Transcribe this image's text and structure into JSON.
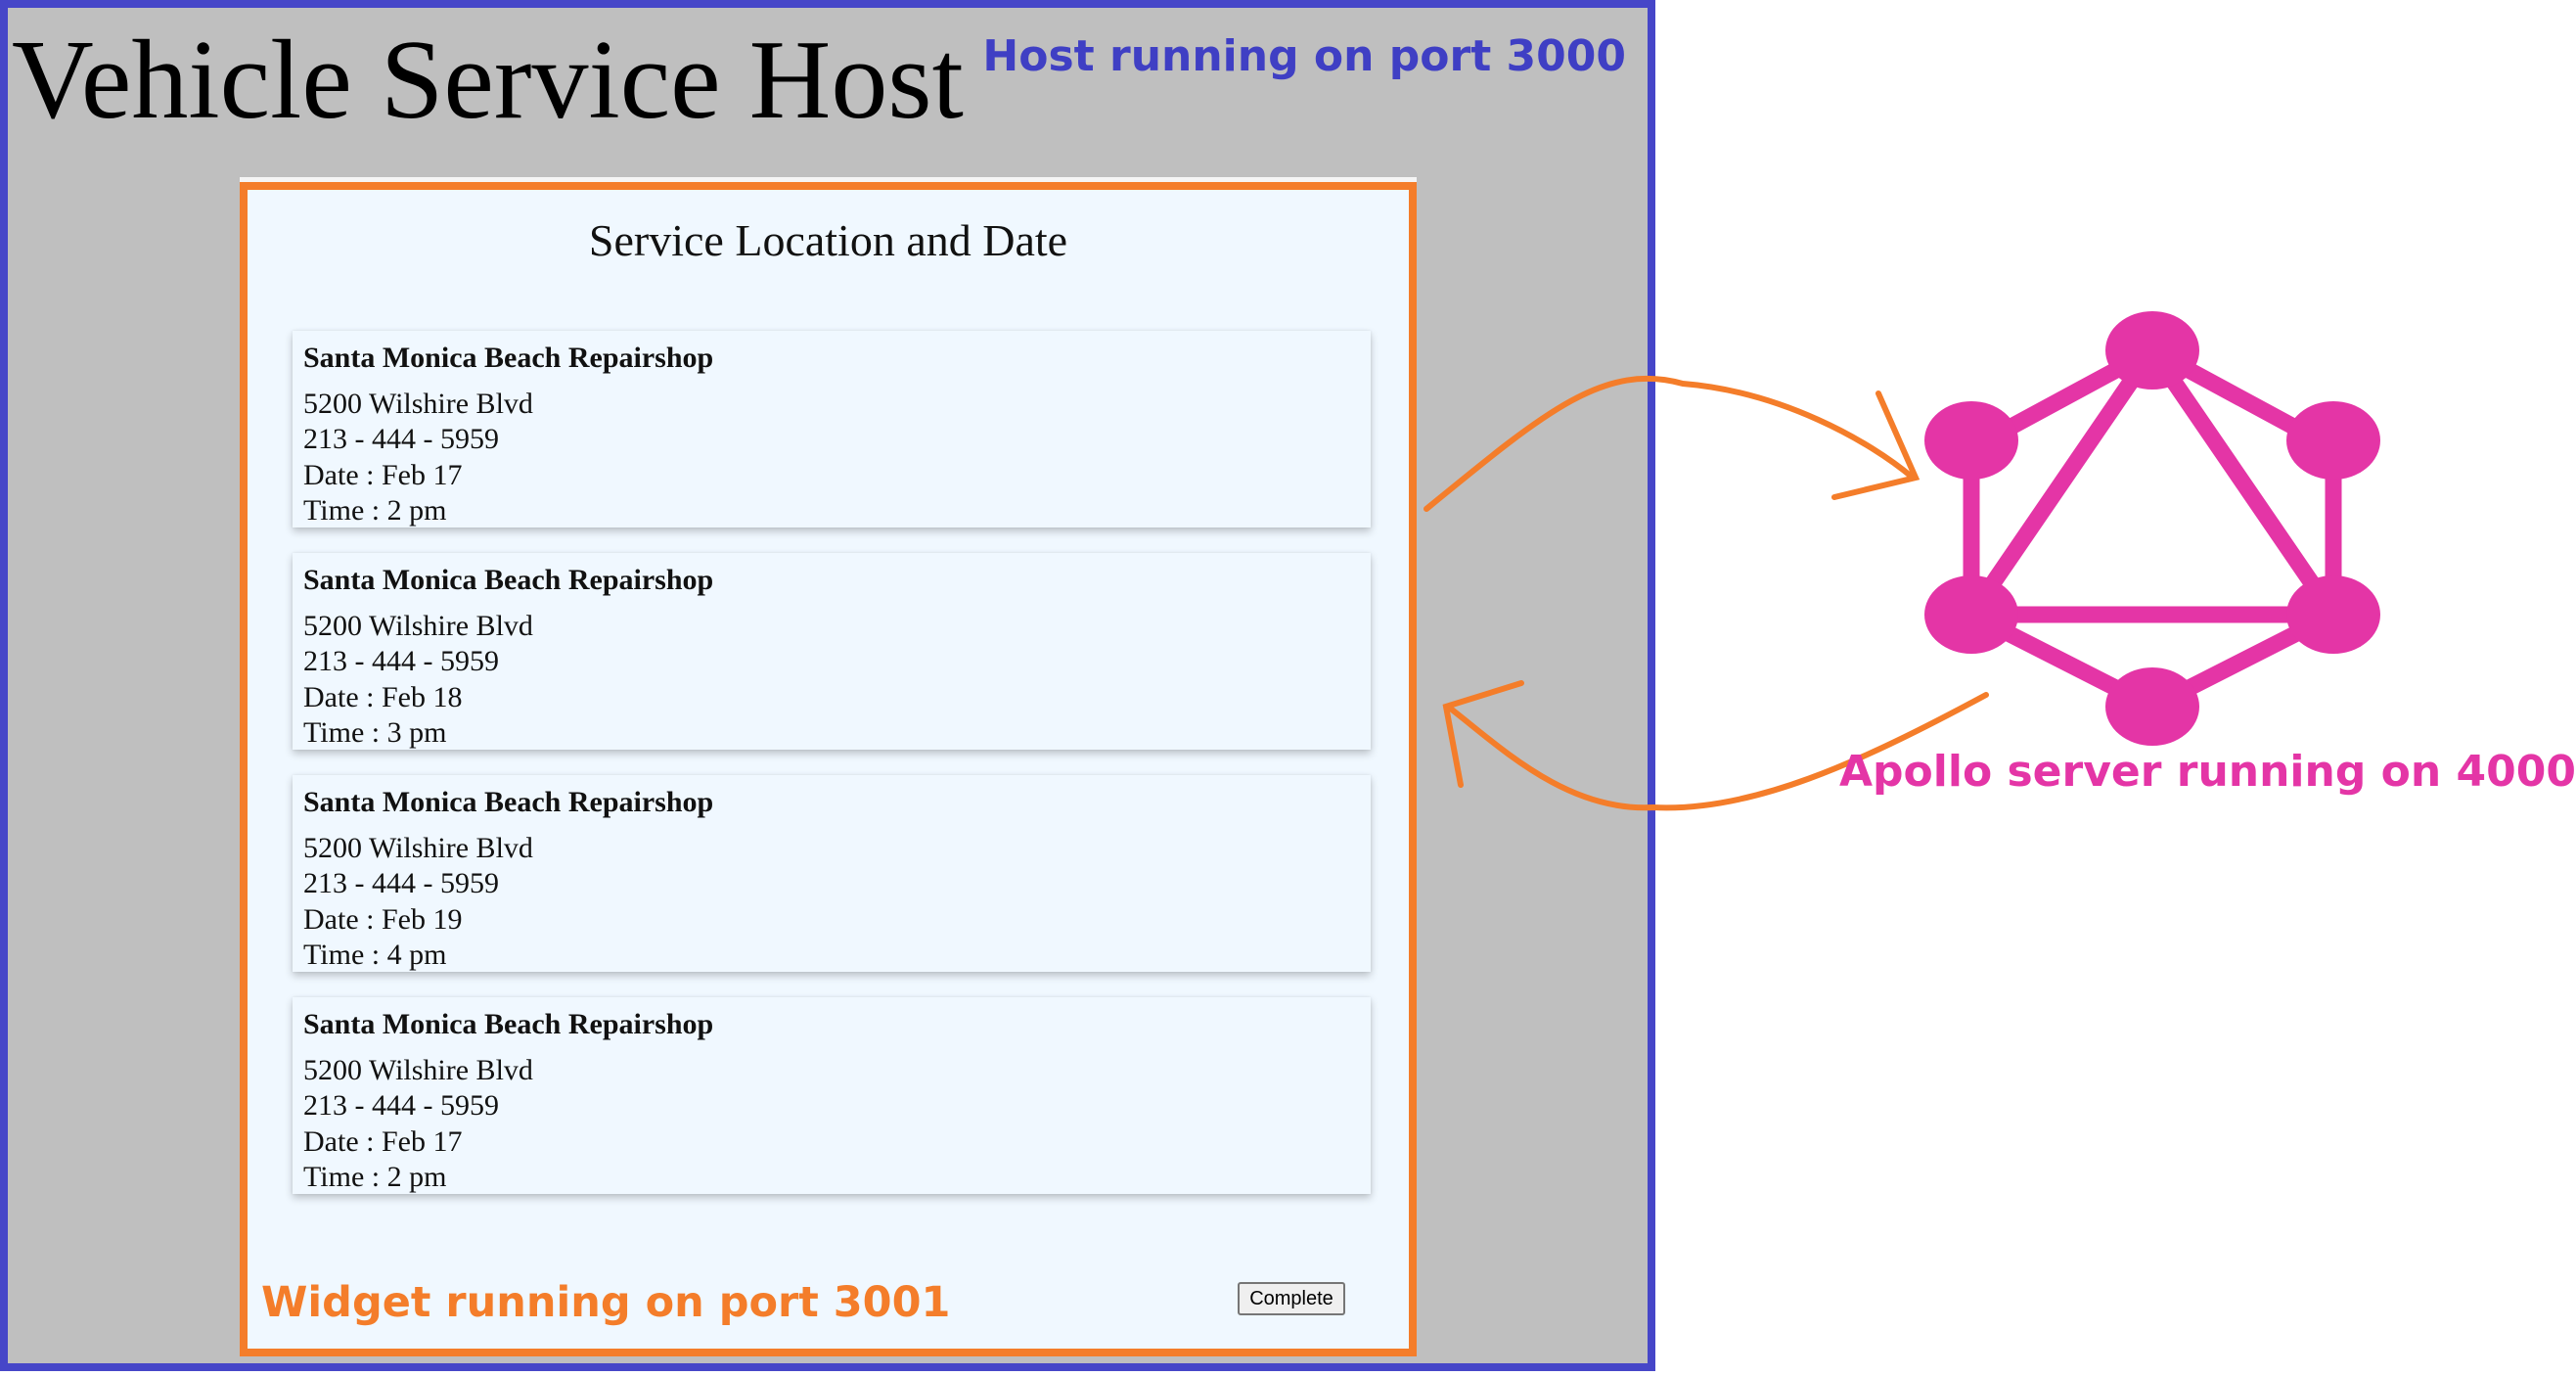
{
  "host": {
    "title": "Vehicle Service Host",
    "note": "Host running on port 3000"
  },
  "widget": {
    "heading": "Service Location and Date",
    "note": "Widget running on port 3001",
    "complete_label": "Complete",
    "cards": [
      {
        "name": "Santa Monica Beach Repairshop",
        "address": "5200 Wilshire Blvd",
        "phone": "213 - 444 - 5959",
        "date": "Date : Feb 17",
        "time": "Time : 2 pm"
      },
      {
        "name": "Santa Monica Beach Repairshop",
        "address": "5200 Wilshire Blvd",
        "phone": "213 - 444 - 5959",
        "date": "Date : Feb 18",
        "time": "Time : 3 pm"
      },
      {
        "name": "Santa Monica Beach Repairshop",
        "address": "5200 Wilshire Blvd",
        "phone": "213 - 444 - 5959",
        "date": "Date : Feb 19",
        "time": "Time : 4 pm"
      },
      {
        "name": "Santa Monica Beach Repairshop",
        "address": "5200 Wilshire Blvd",
        "phone": "213 - 444 - 5959",
        "date": "Date : Feb 17",
        "time": "Time : 2 pm"
      }
    ]
  },
  "apollo": {
    "note": "Apollo server running on 4000",
    "icon": "graphql-logo-icon"
  },
  "colors": {
    "host_border": "#4646c8",
    "host_bg": "#bfbfbf",
    "widget_border": "#f47d2a",
    "widget_bg": "#f0f8ff",
    "graphql_pink": "#e435a6",
    "arrow_orange": "#f47d2a"
  }
}
